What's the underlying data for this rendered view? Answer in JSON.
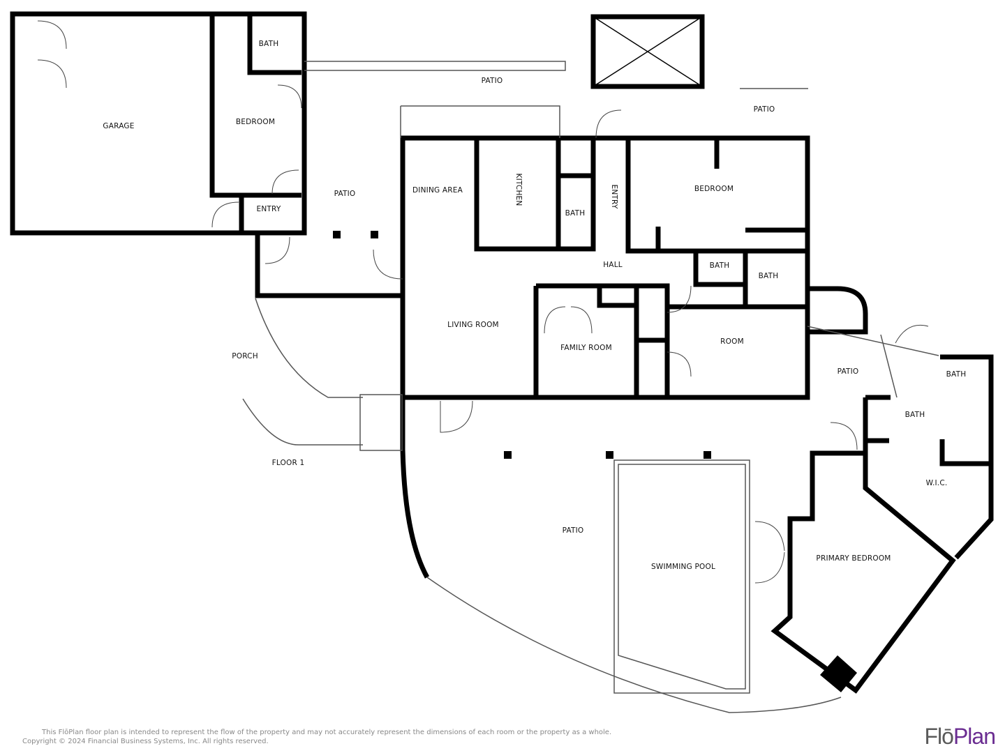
{
  "rooms": {
    "garage": "GARAGE",
    "bedroom_garage": "BEDROOM",
    "bath_garage": "BATH",
    "entry_garage": "ENTRY",
    "patio_top": "PATIO",
    "patio_center": "PATIO",
    "patio_right_top": "PATIO",
    "dining": "DINING AREA",
    "kitchen": "KITCHEN",
    "bath_kitchen": "BATH",
    "entry_main": "ENTRY",
    "bedroom_right": "BEDROOM",
    "hall": "HALL",
    "bath_hall": "BATH",
    "bath_right": "BATH",
    "living": "LIVING ROOM",
    "family": "FAMILY ROOM",
    "room": "ROOM",
    "patio_side": "PATIO",
    "bath_far": "BATH",
    "bath_primary": "BATH",
    "wic": "W.I.C.",
    "porch": "PORCH",
    "floor": "FLOOR 1",
    "patio_main": "PATIO",
    "pool": "SWIMMING POOL",
    "primary": "PRIMARY BEDROOM"
  },
  "footer": {
    "disclaimer": "This FlōPlan floor plan is intended to represent the flow of the property and may not accurately represent the dimensions of each room or the property as a whole.",
    "copyright": "Copyright © 2024 Financial Business Systems, Inc. All rights reserved."
  },
  "logo": {
    "part1": "Flō",
    "part2": "Plan",
    "color1": "#5a5a5a",
    "color2": "#6a2c91"
  }
}
